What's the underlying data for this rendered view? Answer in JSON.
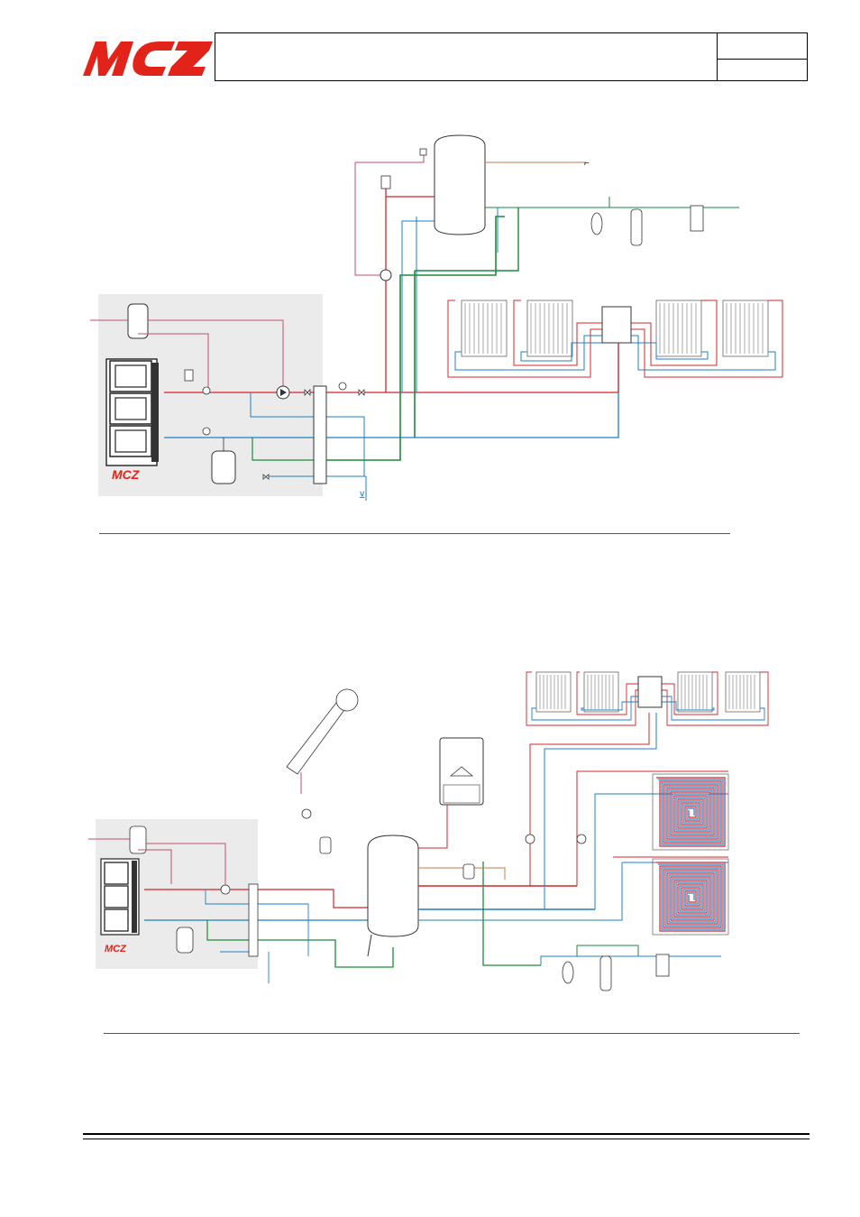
{
  "brand": {
    "logo_text": "MCZ",
    "logo_color": "#e2231a"
  },
  "colors": {
    "hot_pipe": "#d4252a",
    "cold_pipe": "#1f7fc4",
    "green_pipe": "#1d8a3a",
    "pink_pipe": "#c0506a",
    "orange_pipe": "#c87a4a",
    "panel_bg": "#ebebeb"
  },
  "diagrams": [
    {
      "id": "scheme-1"
    },
    {
      "id": "scheme-2"
    }
  ]
}
